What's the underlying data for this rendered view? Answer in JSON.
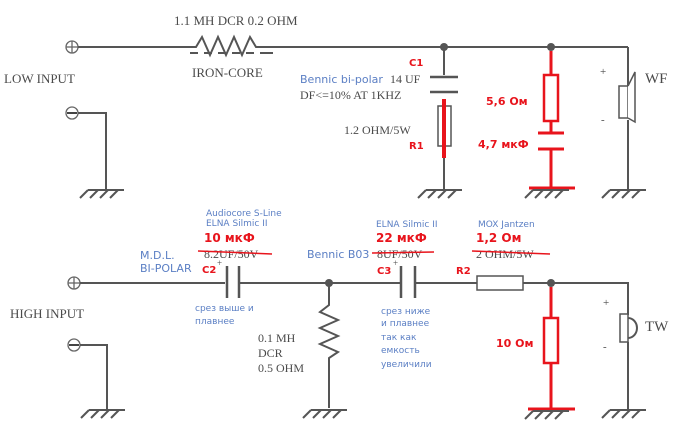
{
  "low_section": {
    "input_label": "LOW  INPUT",
    "inductor_label": "1.1 MH DCR 0.2 OHM",
    "inductor_core": "IRON-CORE",
    "c1": {
      "ref": "C1",
      "brand": "Bennic bi-polar",
      "value": "14 UF",
      "spec": "DF<=10% AT 1KHZ"
    },
    "r1": {
      "ref": "R1",
      "value": "1.2 OHM/5W"
    },
    "zobel": {
      "resistor": "5,6 Ом",
      "capacitor": "4,7 мкФ"
    },
    "speaker": {
      "label": "WF",
      "plus": "+",
      "minus": "-"
    }
  },
  "high_section": {
    "input_label": "HIGH  INPUT",
    "c2": {
      "ref": "C2",
      "polarity": "+",
      "orig_brand_line1": "M.D.L.",
      "orig_brand_line2": "BI-POLAR",
      "new_brand_line1": "Audiocore S-Line",
      "new_brand_line2": "ELNA Silmic II",
      "new_value": "10 мкФ",
      "old_value": "8.2UF/50V",
      "note_line1": "срез выше и",
      "note_line2": "плавнее"
    },
    "inductor": {
      "line1": "0.1 MH",
      "line2": "DCR",
      "line3": "0.5 OHM"
    },
    "c3": {
      "ref": "C3",
      "polarity": "+",
      "orig_brand": "Bennic B03",
      "new_brand": "ELNA Silmic II",
      "new_value": "22 мкФ",
      "old_value": "8UF/50V",
      "note_line1": "срез ниже",
      "note_line2": "и плавнее",
      "note_line3": "так как",
      "note_line4": "емкость",
      "note_line5": "увеличили"
    },
    "r2": {
      "ref": "R2",
      "new_brand": "MOX Jantzen",
      "new_value": "1,2 Ом",
      "old_value": "2 OHM/5W"
    },
    "shunt_resistor": "10 Ом",
    "speaker": {
      "label": "TW",
      "plus": "+",
      "minus": "-"
    }
  }
}
